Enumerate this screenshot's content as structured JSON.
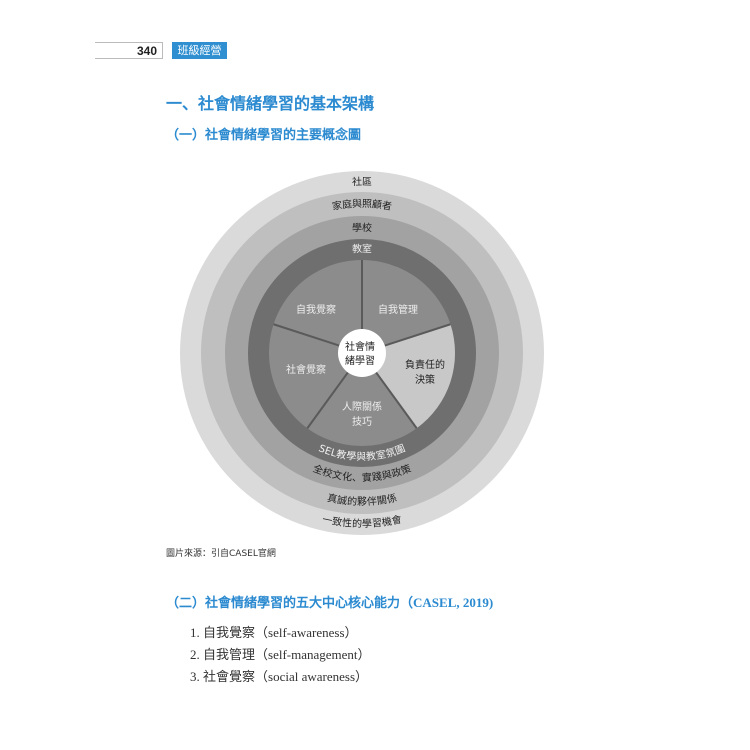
{
  "header": {
    "page_number": "340",
    "chapter": "班級經營"
  },
  "section_title": "一、社會情緒學習的基本架構",
  "subsection_1": "（一）社會情緒學習的主要概念圖",
  "diagram": {
    "center": [
      "社會情",
      "緒學習"
    ],
    "slices": {
      "self_awareness": "自我覺察",
      "self_management": "自我管理",
      "decision": [
        "負責任的",
        "決策"
      ],
      "relationship": [
        "人際關係",
        "技巧"
      ],
      "social_awareness": "社會覺察"
    },
    "rings_top": [
      "社區",
      "家庭與照顧者",
      "學校",
      "教室"
    ],
    "rings_bottom": [
      "SEL教學與教室氛圍",
      "全校文化、實踐與政策",
      "真誠的夥伴關係",
      "一致性的學習機會"
    ],
    "colors": {
      "community": "#dadada",
      "family": "#bfbfbf",
      "school": "#a2a2a2",
      "classroom": "#6f6f6f",
      "slice": "#8c8c8c",
      "decision": "#c8c8c8"
    }
  },
  "caption": "圖片來源：引自CASEL官網",
  "subsection_2": {
    "zh": "（二）社會情緒學習的五大中心核心能力",
    "en": "（CASEL, 2019)"
  },
  "list": [
    {
      "num": "1.",
      "zh": "自我覺察",
      "en": "（self-awareness）"
    },
    {
      "num": "2.",
      "zh": "自我管理",
      "en": "（self-management）"
    },
    {
      "num": "3.",
      "zh": "社會覺察",
      "en": "（social awareness）"
    }
  ]
}
